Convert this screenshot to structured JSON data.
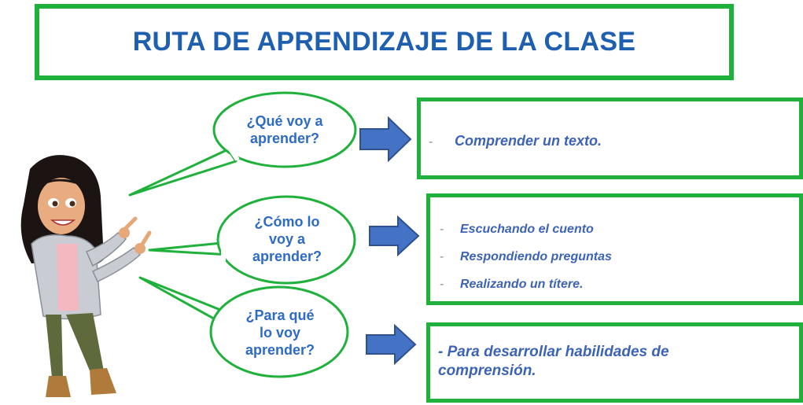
{
  "title": "RUTA DE APRENDIZAJE DE LA CLASE",
  "questions": [
    {
      "lines": [
        "¿Qué voy a",
        "aprender?"
      ]
    },
    {
      "lines": [
        "¿Cómo lo",
        "voy a",
        "aprender?"
      ]
    },
    {
      "lines": [
        "¿Para qué",
        "lo voy",
        "aprender?"
      ]
    }
  ],
  "answers": {
    "what": {
      "dash": "-",
      "text": "Comprender un texto."
    },
    "how": [
      {
        "dash": "-",
        "text": "Escuchando el cuento"
      },
      {
        "dash": "-",
        "text": "Respondiendo preguntas"
      },
      {
        "dash": "-",
        "text": "Realizando un títere."
      }
    ],
    "why": {
      "lines": [
        "- Para desarrollar habilidades de",
        "comprensión."
      ]
    }
  },
  "colors": {
    "green": "#1fb13b",
    "title_blue": "#1f5fb0",
    "arrow_blue": "#4472c4"
  },
  "icons": {
    "arrow": "right-arrow-icon",
    "avatar": "teacher-avatar"
  }
}
